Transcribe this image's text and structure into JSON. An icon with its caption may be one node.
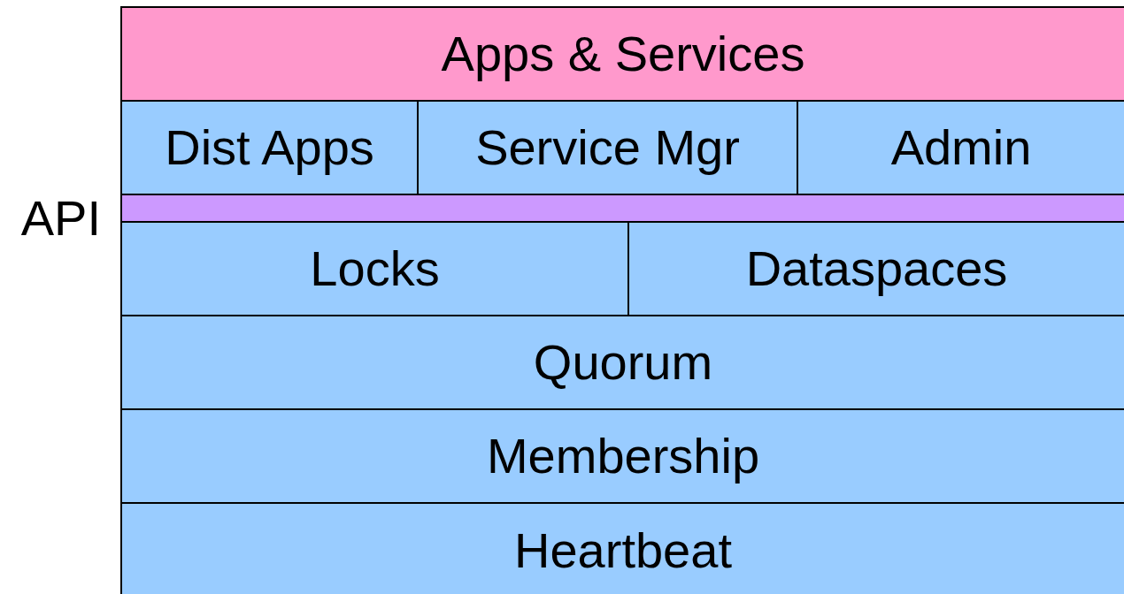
{
  "diagram": {
    "nodes": [
      {
        "text": [
          "Apps & Services"
        ]
      },
      {
        "text": [
          "Dist Apps"
        ]
      },
      {
        "text": [
          "Service Mgr"
        ]
      },
      {
        "text": [
          "Admin"
        ]
      },
      {
        "text": [
          "API"
        ]
      },
      {
        "text": [
          "Locks"
        ]
      },
      {
        "text": [
          "Dataspaces"
        ]
      },
      {
        "text": [
          "Quorum"
        ]
      },
      {
        "text": [
          "Membership"
        ]
      },
      {
        "text": [
          "Heartbeat"
        ]
      }
    ]
  }
}
